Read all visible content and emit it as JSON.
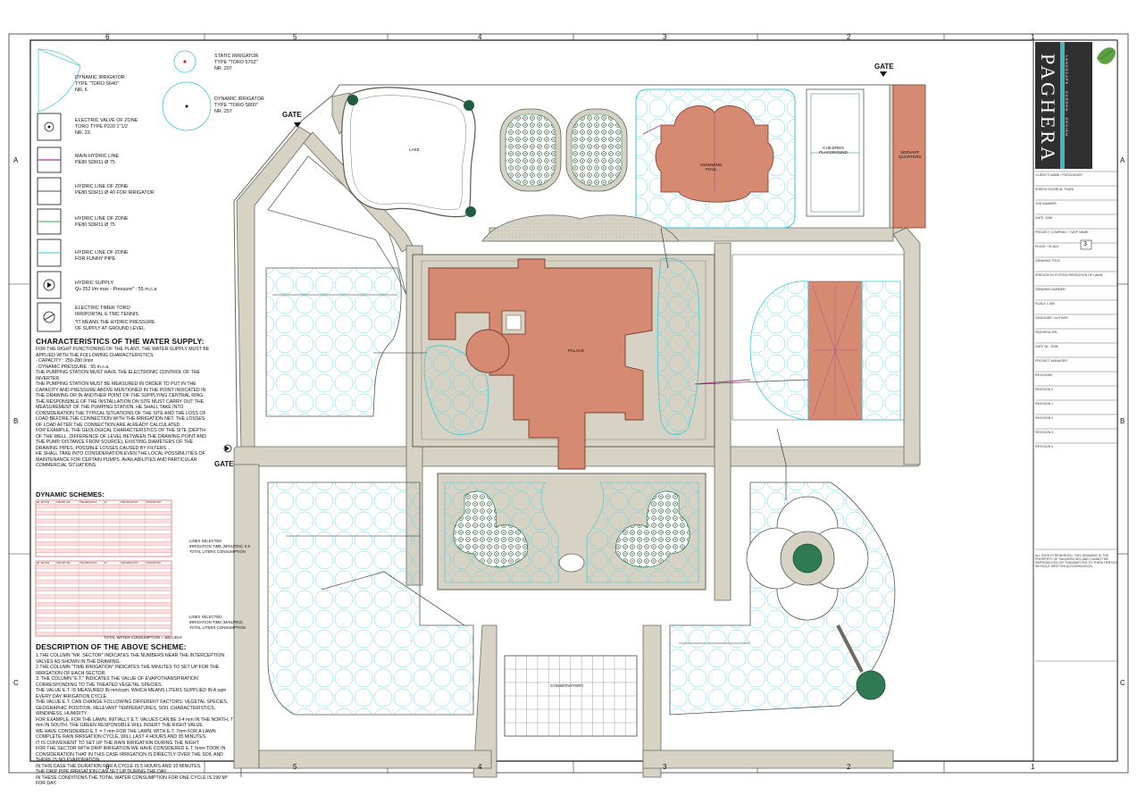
{
  "grid": {
    "columns": [
      "6",
      "5",
      "4",
      "3",
      "2",
      "1"
    ],
    "rows": [
      "A",
      "B",
      "C"
    ]
  },
  "brand": {
    "name": "PAGHERA",
    "tagline": "LANDSCAPE · GARDEN · DESIGN",
    "colors": {
      "logo_bg": "#333333",
      "teal": "#3fb8c4",
      "leaf": "#5fa043"
    }
  },
  "legend": [
    {
      "icon": "dynamic-irrigator-sector-icon",
      "lines": [
        "DYNAMIC IRRIGATOR",
        "TYPE \"TORO S640\"",
        "NR. 6"
      ]
    },
    {
      "icon": "static-irrigator-icon",
      "lines": [
        "STATIC IRRIGATOR",
        "TYPE \"TORO 570Z\"",
        "NR. 207"
      ]
    },
    {
      "icon": "dynamic-irrigator-circle-icon",
      "lines": [
        "DYNAMIC IRRIGATOR",
        "TYPE \"TORO S800\"",
        "NR. 257"
      ]
    },
    {
      "icon": "electric-valve-icon",
      "lines": [
        "ELECTRIC VALVE OF ZONE",
        "TORO TYPE P220 1\"1/2",
        "NR. 23"
      ]
    },
    {
      "icon": "main-line-icon",
      "lines": [
        "MAIN HYDRIC LINE",
        "PE80 SDR11 Ø 75"
      ]
    },
    {
      "icon": "zone-line-black-icon",
      "lines": [
        "HYDRIC LINE OF ZONE",
        "PE80 SDR11 Ø 40 FOR IRRIGATOR"
      ]
    },
    {
      "icon": "zone-line-green-icon",
      "lines": [
        "HYDRIC LINE OF ZONE",
        "PE80 SDR11 Ø 75"
      ]
    },
    {
      "icon": "zone-line-cyan-icon",
      "lines": [
        "HYDRIC LINE OF ZONE",
        "FOR FUNNY PIPE"
      ]
    },
    {
      "icon": "hydric-supply-icon",
      "lines": [
        "HYDRIC SUPPLY",
        "Qv 252 l/m max - Pressure* : 55 m.c.a"
      ]
    },
    {
      "icon": "electric-timer-icon",
      "lines": [
        "ELECTRIC TIMER TORO",
        "IRRIPORTAL E TMC TENNIS"
      ]
    }
  ],
  "legend_note": "*IT MEANS THE HYDRIC PRESSURE OF SUPPLY AT GROUND LEVEL.",
  "characteristics": {
    "title": "CHARACTERISTICS OF THE WATER SUPPLY:",
    "paragraphs": [
      "FOR THE RIGHT FUNCTIONING OF THE PLANT, THE WATER SUPPLY MUST BE APPLIED WITH THE FOLLOWING CHARACTERISTICS:",
      "- CAPACITY : 250-280 l/min",
      "- DYNAMIC PRESSURE : 55 m.c.a.",
      "THE PUMPING STATION MUST HAVE THE ELECTRONIC CONTROL OF THE INVERTER.",
      "THE PUMPING STATION MUST BE MEASURED IN ORDER TO PUT IN THE CAPACITY AND PRESSURE ABOVE MENTIONED IN THE POINT INDICATED IN THE DRAWING OR IN ANOTHER POINT OF THE SUPPLYING CENTRAL RING.",
      "THE RESPONSIBLE OF THE INSTALLATION ON SITE MUST CARRY OUT THE MEASUREMENT OF THE PUMPING STATION. HE SHALL TAKE INTO CONSIDERATION THE TYPICAL SITUATIONS OF THE SITE AND THE LOSS OF LOAD BEFORE THE CONNECTION WITH THE IRRIGATION NET. THE LOSSES OF LOAD AFTER THE CONNECTION ARE ALREADY CALCULATED.",
      "FOR EXAMPLE, THE GEOLOGICAL CHARACTERISTICS OF THE SITE (DEPTH OF THE WELL, DIFFERENCE OF LEVEL BETWEEN THE DRAWING POINT AND THE PUMP, DISTANCE FROM SOURCE), EXISTING DIAMETERS OF THE DRAWING PIPES, POSSIBLE LOSSES CAUSED BY FILTERS ...",
      "HE SHALL TAKE INTO CONSIDERATION EVEN THE LOCAL POSSIBILITIES OF MAINTENANCE FOR CERTAIN PUMPS, AVAILABILITIES AND PARTICULAR COMMERCIAL SITUATIONS."
    ]
  },
  "schemes": {
    "title": "DYNAMIC SCHEMES:",
    "table1_header": [
      "NR. SECTOR",
      "TIME IRR. MIN",
      "TIME IRRIGATION",
      "ET",
      "TIME IRRIGATION",
      "CONSUMPTION"
    ],
    "table2_header": [
      "NR. SECTOR",
      "TIME IRR. MIN",
      "TIME IRRIGATION",
      "ET",
      "TIME IRRIGATION",
      "CONSUMPTION"
    ],
    "side_notes_1": [
      "LINES SELECTED",
      "IRRIGATION TIME (MINUTES): 0.5",
      "TOTAL LITERS CONSUMPTION"
    ],
    "side_notes_2": [
      "LINES SELECTED",
      "IRRIGATION TIME (MINUTES)",
      "TOTAL LITERS CONSUMPTION"
    ],
    "total_note": "TOTAL WATER CONSUMPTION = 180 L/DAY"
  },
  "description": {
    "title": "DESCRIPTION OF THE ABOVE SCHEME:",
    "paragraphs": [
      "1.THE COLUMN \"NR. SECTOR\" INDICATES THE NUMBERS NEAR THE INTERCEPTION VALVES AS SHOWN IN THE DRAWING.",
      "2.THE COLUMN \"TIME IRRIGATION\" INDICATES THE MINUTES TO SET UP FOR THE IRRIGATION OF EACH SECTOR.",
      "3. THE COLUMN \"E.T.\" INDICATES THE VALUE OF EVAPOTRANSPIRATION CORRESPONDING TO THE TREATED VEGETAL SPECIES.",
      "THE VALUE E.T. IS MEASURED IN mm/sqm, WHICH MEANS LITERS SUPPLIED IN A sqm EVERY DAY IRRIGATION CYCLE.",
      "THE VALUE E.T. CAN CHANGE FOLLOWING DIFFERENT FACTORS: VEGETAL SPECIES, GEOGRAPHIC POSITION, RELEVANT TEMPERATURES, SOIL CHARACTERISTICS, WINDINESS, HUMIDITY.",
      "FOR EXAMPLE, FOR THE LAWN, INITIALLY E.T. VALUES CAN BE 3-4 mm IN THE NORTH, 7 mm IN SOUTH. THE GREEN RESPONSIBLE WILL INSERT THE RIGHT VALUE.",
      "WE HAVE CONSIDERED E.T. = 7 mm FOR THE LAWN; WITH E.T. 7mm FOR A LAWN COMPLETE RAIN IRRIGATION CYCLE, WILL LAST 4 HOURS AND 35 MINUTES.",
      "IT IS CONVENIENT TO SET UP THE RAIN IRRIGATION DURING THE NIGHT.",
      "FOR THE SECTOR WITH DRIP IRRIGATION WE HAVE CONSIDERED E.T. 5mm TOOK IN CONSIDERATION THAT IN THIS CASE IRRIGATION IS DIRECTLY OVER THE SOIL AND THERE IS NO EVAPORATION.",
      "IN THIS CASE THE DURATION FOR A CYCLE IS 5 HOURS AND 10 MINUTES.",
      "THE DRIP PIPE IRRIGATION CAN SET UP DURING THE DAY.",
      "IN THESE CONDITIONS THE TOTAL WATER CONSUMPTION FOR ONE CYCLE IS 190 M³ FOR DAY."
    ]
  },
  "plan": {
    "gates": [
      "GATE",
      "GATE",
      "GATE"
    ],
    "labels": {
      "lake": "LAKE",
      "pool": "SWIMMING\nPOOL",
      "playground": "CHILDREN\nPLAYGROUND",
      "servant": "SERVANT\nQUARTERS",
      "palace": "PALACE",
      "conservatory": "CONSERVATORY"
    },
    "colors": {
      "paving": "#d6d2c4",
      "paving_edge": "#6a6a62",
      "building": "#d68a72",
      "water_line": "#3ec6dc",
      "green": "#2f7a52",
      "main_line": "#a23a9a"
    }
  },
  "title_block": {
    "sheet_number": "3",
    "entries": [
      "CLIENT'S NAME / PURCHASER",
      "SHEIKH NOORI AL THANI",
      "JOB NUMBER",
      "DATE: 2008",
      "PROJECT COMPANY / TURF NAME",
      "PLACE / SCALE",
      "DRAWING TITLE",
      "IRRIGATION SYSTEM    IRRIGATION OF LAWN",
      "DRAWING NUMBER",
      "SCALE  1:500",
      "DESIGNER / AUTHOR",
      "PAGHERA SRL",
      "DATE  08 - 2008",
      "PROJECT MANAGER",
      "REVISIONS",
      "REVISION  0",
      "REVISION  1",
      "REVISION  2",
      "REVISION  3",
      "REVISION  4"
    ],
    "footer_note": "ALL RIGHTS RESERVED. THIS DRAWING IS THE PROPERTY OF PAGHERA SRL AND CANNOT BE REPRODUCED OR TRANSMITTED TO THIRD PARTIES WITHOUT WRITTEN AUTHORIZATION."
  }
}
